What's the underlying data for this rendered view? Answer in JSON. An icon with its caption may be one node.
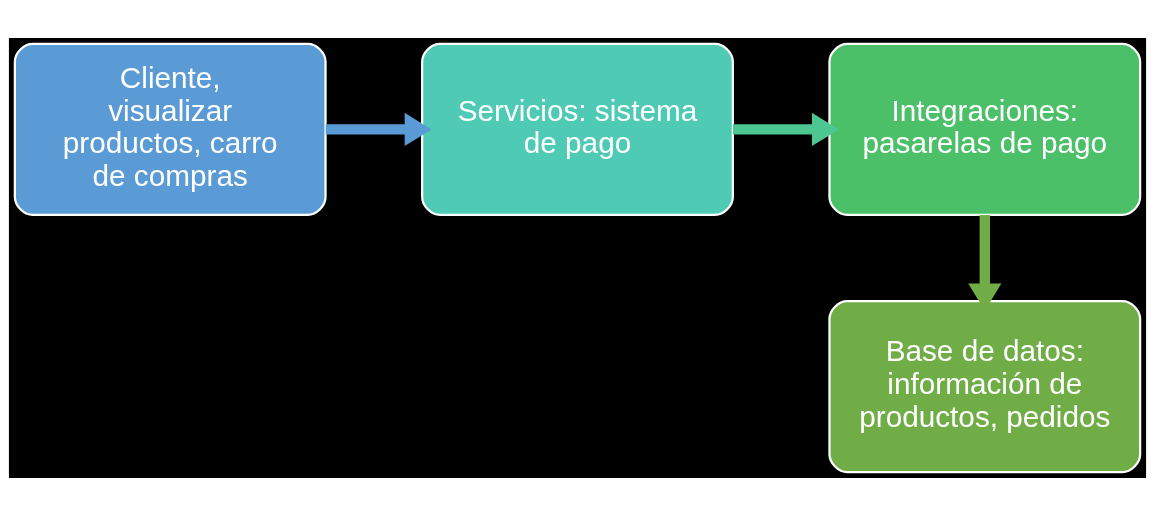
{
  "diagram": {
    "nodes": [
      {
        "text": [
          "Cliente, visualizar productos, carro de compras"
        ]
      },
      {
        "text": [
          "Servicios: sistema de pago"
        ]
      },
      {
        "text": [
          "Integraciones: pasarelas de pago"
        ]
      },
      {
        "text": [
          "Base de datos: información de productos, pedidos"
        ]
      }
    ],
    "edges": [
      {
        "from": 0,
        "to": 1,
        "arrow": "to",
        "color": "#5b9bd5"
      },
      {
        "from": 1,
        "to": 2,
        "arrow": "to",
        "color": "#4cc792"
      },
      {
        "from": 2,
        "to": 3,
        "arrow": "to",
        "color": "#70ad47"
      }
    ]
  }
}
